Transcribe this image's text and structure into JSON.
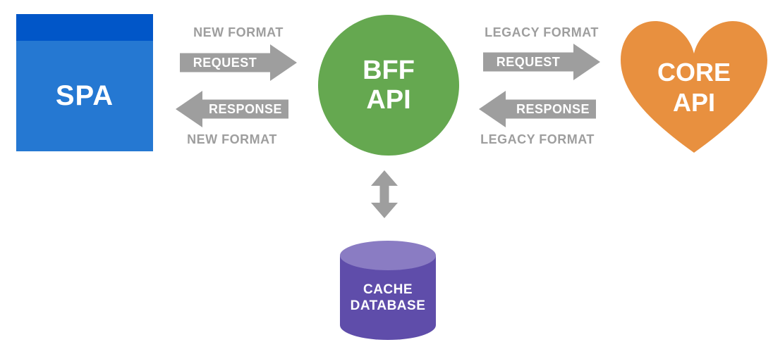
{
  "diagram": {
    "background_color": "#ffffff",
    "arrow_color": "#9e9e9e",
    "flow_label_color": "#9e9e9e",
    "nodes": {
      "spa": {
        "label": "SPA",
        "shape": "square",
        "body_color": "#2578d2",
        "header_color": "#0156c8",
        "text_color": "#ffffff"
      },
      "bff_api": {
        "line1": "BFF",
        "line2": "API",
        "shape": "circle",
        "color": "#65a850",
        "text_color": "#ffffff"
      },
      "core_api": {
        "line1": "CORE",
        "line2": "API",
        "shape": "heart",
        "color": "#e8903f",
        "text_color": "#ffffff"
      },
      "cache_database": {
        "line1": "CACHE",
        "line2": "DATABASE",
        "shape": "cylinder",
        "body_color": "#5f4daa",
        "top_color": "#8a7cc3",
        "text_color": "#ffffff"
      }
    },
    "flows": {
      "spa_bff": {
        "top_label": "NEW FORMAT",
        "request_label": "REQUEST",
        "response_label": "RESPONSE",
        "bottom_label": "NEW FORMAT"
      },
      "bff_core": {
        "top_label": "LEGACY FORMAT",
        "request_label": "REQUEST",
        "response_label": "RESPONSE",
        "bottom_label": "LEGACY FORMAT"
      },
      "bff_cache": {
        "direction": "bidirectional"
      }
    }
  }
}
